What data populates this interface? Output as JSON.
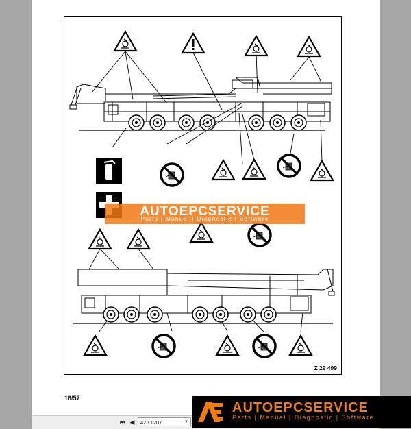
{
  "document": {
    "figure_code": "Z 29 499",
    "page_ref": "16/57"
  },
  "toolbar": {
    "first_icon": "first-page-icon",
    "prev_icon": "previous-page-icon",
    "page_indicator": "42 / 1207"
  },
  "watermark": {
    "title": "AUTOEPCSERVICE",
    "subtitle": "Parts | Manual | Diagnostic | Software"
  },
  "banner": {
    "logo": "AE",
    "title": "AUTOEPCSERVICE",
    "subtitle": "Parts | Manual | Diagnostic | Software",
    "accent": "#f07c14"
  },
  "colors": {
    "viewer_background": "#a6a6a6",
    "page": "#ffffff",
    "drawing": "#000000"
  }
}
